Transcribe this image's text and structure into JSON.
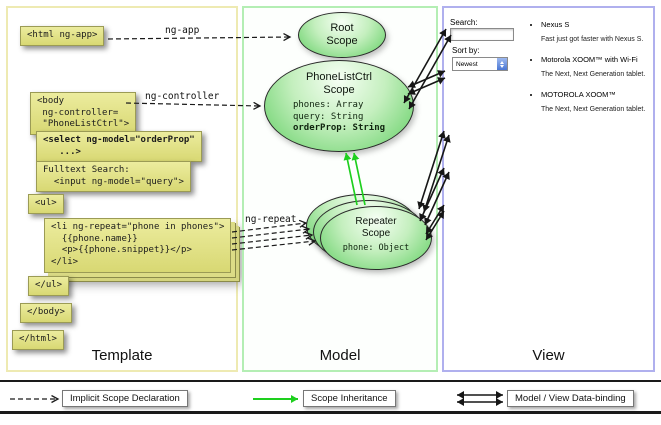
{
  "columns": {
    "template": {
      "label": "Template"
    },
    "model": {
      "label": "Model"
    },
    "view": {
      "label": "View"
    }
  },
  "code_boxes": {
    "html_ng_app": "<html ng-app>",
    "body": "<body\n ng-controller=\n \"PhoneListCtrl\">",
    "select": "<select ng-model=\"orderProp\"\n   ...>",
    "fulltext": "Fulltext Search:\n  <input ng-model=\"query\">",
    "ul_open": "<ul>",
    "li_repeat": "<li ng-repeat=\"phone in phones\">\n  {{phone.name}}\n  <p>{{phone.snippet}}</p>\n</li>",
    "ul_close": "</ul>",
    "body_close": "</body>",
    "html_close": "</html>"
  },
  "arrow_labels": {
    "ng_app": "ng-app",
    "ng_controller": "ng-controller",
    "ng_repeat": "ng-repeat"
  },
  "scopes": {
    "root": {
      "title": "Root\nScope"
    },
    "phone_list": {
      "title": "PhoneListCtrl\nScope",
      "props": "phones: Array\nquery: String",
      "bold_prop": "orderProp: String"
    },
    "repeater": {
      "title": "Repeater\nScope",
      "props": "phone: Object"
    }
  },
  "view": {
    "search_label": "Search:",
    "sort_label": "Sort by:",
    "sort_value": "Newest",
    "items": [
      {
        "name": "Nexus S",
        "desc": "Fast just got faster with Nexus S."
      },
      {
        "name": "Motorola XOOM™ with Wi-Fi",
        "desc": "The Next, Next Generation tablet."
      },
      {
        "name": "MOTOROLA XOOM™",
        "desc": "The Next, Next Generation tablet."
      }
    ]
  },
  "legend": {
    "implicit": "Implicit Scope Declaration",
    "inheritance": "Scope Inheritance",
    "binding": "Model / View Data-binding"
  },
  "colors": {
    "template_border": "#eeeab2",
    "model_border": "#b4eeb4",
    "view_border": "#b0b0ee",
    "code_box": "#e3e388",
    "scope_green": "#7bd77b",
    "inheritance_green": "#1ecf1e"
  }
}
